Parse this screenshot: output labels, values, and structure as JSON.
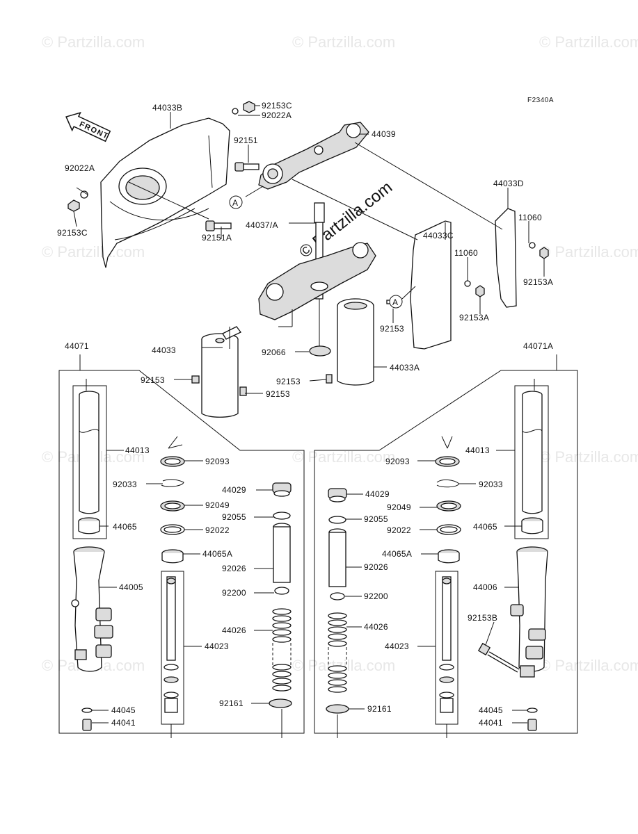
{
  "diagram_code": "F2340A",
  "front_label": "FRONT",
  "circle_ref": "A",
  "watermark": "© Partzilla.com",
  "labels": [
    {
      "id": "l44033B",
      "text": "44033B"
    },
    {
      "id": "l92153C_top",
      "text": "92153C"
    },
    {
      "id": "l92022A_top",
      "text": "92022A"
    },
    {
      "id": "l44039",
      "text": "44039"
    },
    {
      "id": "l92151",
      "text": "92151"
    },
    {
      "id": "l92022A_left",
      "text": "92022A"
    },
    {
      "id": "l92153C_left",
      "text": "92153C"
    },
    {
      "id": "l44037A",
      "text": "44037/A"
    },
    {
      "id": "l44033D",
      "text": "44033D"
    },
    {
      "id": "l11060_r",
      "text": "11060"
    },
    {
      "id": "l44033C",
      "text": "44033C"
    },
    {
      "id": "l11060_c",
      "text": "11060"
    },
    {
      "id": "l92153A_r",
      "text": "92153A"
    },
    {
      "id": "l92153A_c",
      "text": "92153A"
    },
    {
      "id": "l92151A",
      "text": "92151A"
    },
    {
      "id": "l92153_c",
      "text": "92153"
    },
    {
      "id": "l44033",
      "text": "44033"
    },
    {
      "id": "l92066",
      "text": "92066"
    },
    {
      "id": "l44071",
      "text": "44071"
    },
    {
      "id": "l44071A",
      "text": "44071A"
    },
    {
      "id": "l44033A",
      "text": "44033A"
    },
    {
      "id": "l92153_l",
      "text": "92153"
    },
    {
      "id": "l92153_m",
      "text": "92153"
    },
    {
      "id": "l92153_b",
      "text": "92153"
    },
    {
      "id": "lL44013",
      "text": "44013"
    },
    {
      "id": "lL92093",
      "text": "92093"
    },
    {
      "id": "lL92033",
      "text": "92033"
    },
    {
      "id": "lL44029",
      "text": "44029"
    },
    {
      "id": "lL92049",
      "text": "92049"
    },
    {
      "id": "lL92055",
      "text": "92055"
    },
    {
      "id": "lL44065",
      "text": "44065"
    },
    {
      "id": "lL92022",
      "text": "92022"
    },
    {
      "id": "lL44065A",
      "text": "44065A"
    },
    {
      "id": "lL92026",
      "text": "92026"
    },
    {
      "id": "lL44005",
      "text": "44005"
    },
    {
      "id": "lL92200",
      "text": "92200"
    },
    {
      "id": "lL44026",
      "text": "44026"
    },
    {
      "id": "lL44023",
      "text": "44023"
    },
    {
      "id": "lL92161",
      "text": "92161"
    },
    {
      "id": "lL44045",
      "text": "44045"
    },
    {
      "id": "lL44041",
      "text": "44041"
    },
    {
      "id": "lR92093",
      "text": "92093"
    },
    {
      "id": "lR44013",
      "text": "44013"
    },
    {
      "id": "lR92033",
      "text": "92033"
    },
    {
      "id": "lR44029",
      "text": "44029"
    },
    {
      "id": "lR92049",
      "text": "92049"
    },
    {
      "id": "lR92055",
      "text": "92055"
    },
    {
      "id": "lR44065",
      "text": "44065"
    },
    {
      "id": "lR92022",
      "text": "92022"
    },
    {
      "id": "lR44065A",
      "text": "44065A"
    },
    {
      "id": "lR92026",
      "text": "92026"
    },
    {
      "id": "lR44006",
      "text": "44006"
    },
    {
      "id": "lR92200",
      "text": "92200"
    },
    {
      "id": "lR92153B",
      "text": "92153B"
    },
    {
      "id": "lR44026",
      "text": "44026"
    },
    {
      "id": "lR44023",
      "text": "44023"
    },
    {
      "id": "lR92161",
      "text": "92161"
    },
    {
      "id": "lR44045",
      "text": "44045"
    },
    {
      "id": "lR44041",
      "text": "44041"
    }
  ]
}
